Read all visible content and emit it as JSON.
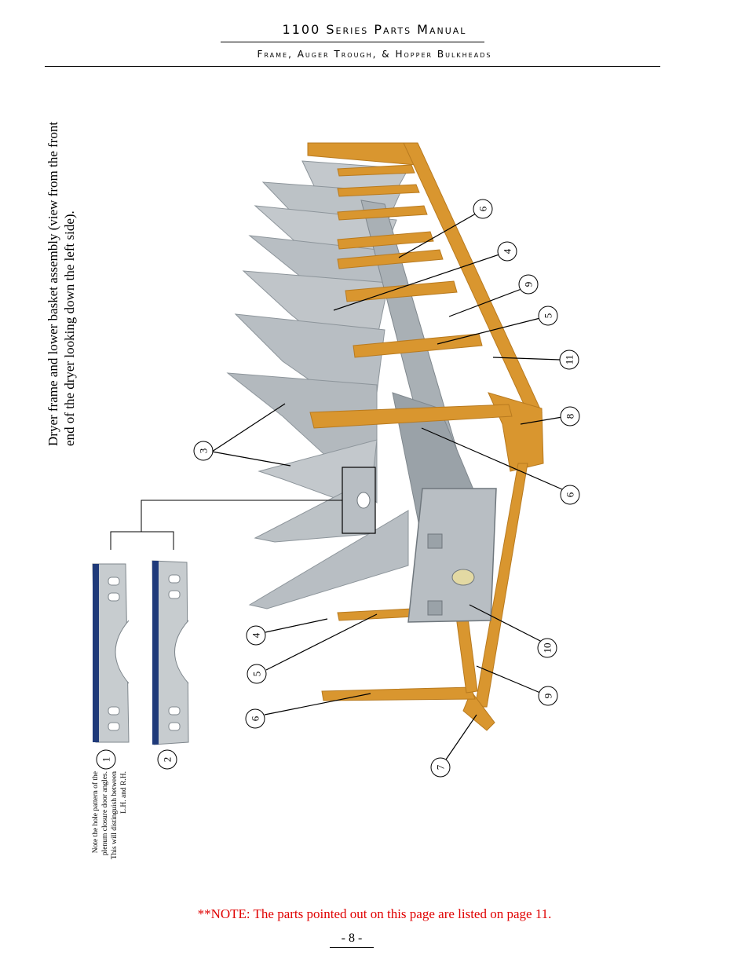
{
  "header": {
    "title": "1100 Series Parts Manual",
    "subtitle": "Frame, Auger Trough, & Hopper Bulkheads"
  },
  "figure": {
    "caption": "Dryer frame and lower basket assembly (view from the front end of the dryer looking down the left side).",
    "side_note": "Note the hole pattern of the plenum closure door angles. This will distinguish between L.H. and R.H."
  },
  "callouts": [
    "6",
    "4",
    "9",
    "5",
    "11",
    "8",
    "6",
    "10",
    "9",
    "7",
    "6",
    "5",
    "4",
    "3",
    "1",
    "2"
  ],
  "footer": {
    "note": "**NOTE: The parts pointed out on this page are listed on page 11.",
    "page": "- 8 -"
  },
  "colors": {
    "frame": "#d9962f",
    "frame_dark": "#b87a1f",
    "steel": "#b8bec3",
    "steel_dark": "#8d959b",
    "note_red": "#e00000"
  }
}
